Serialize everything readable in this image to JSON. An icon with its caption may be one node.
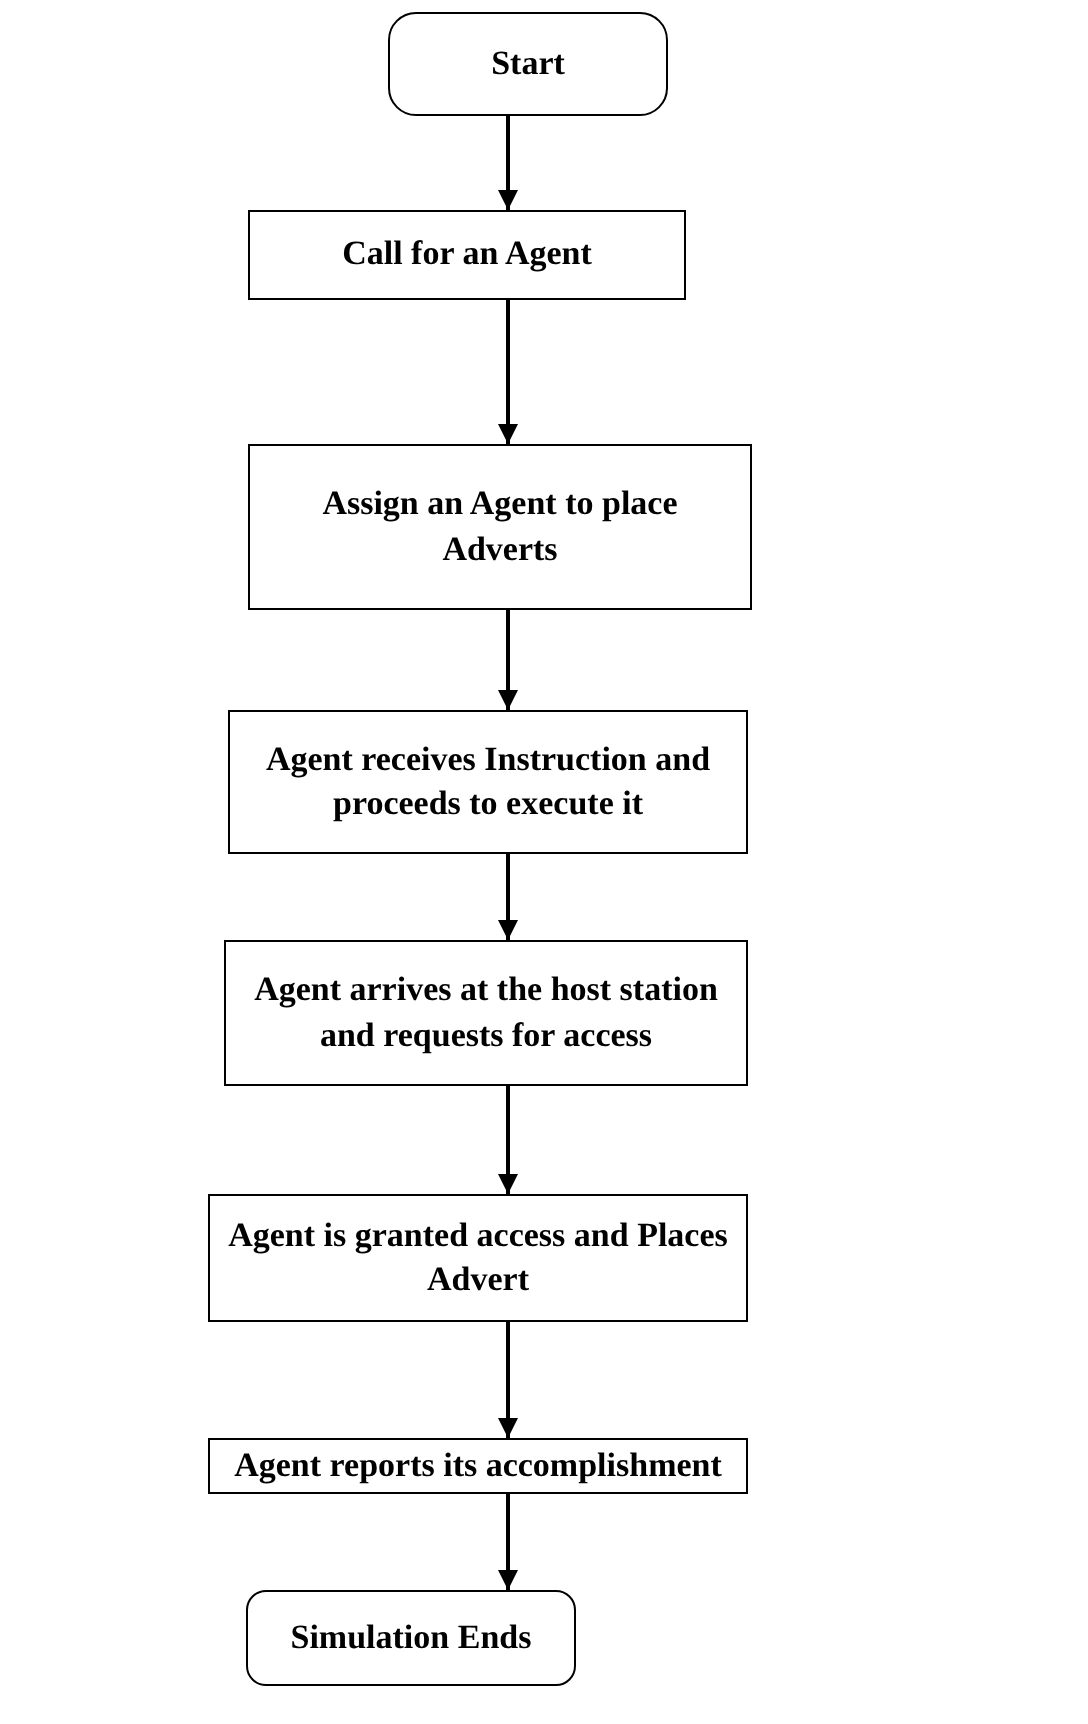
{
  "diagram": {
    "nodes": [
      {
        "text": [
          "Start"
        ]
      },
      {
        "text": [
          "Call for an Agent"
        ]
      },
      {
        "text": [
          "Assign an Agent to place Adverts"
        ]
      },
      {
        "text": [
          "Agent receives Instruction and proceeds to execute it"
        ]
      },
      {
        "text": [
          "Agent arrives at the host station and requests for access"
        ]
      },
      {
        "text": [
          "Agent is granted access and Places Advert"
        ]
      },
      {
        "text": [
          "Agent reports its accomplishment"
        ]
      },
      {
        "text": [
          "Simulation Ends"
        ]
      }
    ],
    "edges": [
      {
        "from": 0,
        "to": 1,
        "arrow": "to"
      },
      {
        "from": 1,
        "to": 2,
        "arrow": "to"
      },
      {
        "from": 2,
        "to": 3,
        "arrow": "to"
      },
      {
        "from": 3,
        "to": 4,
        "arrow": "to"
      },
      {
        "from": 4,
        "to": 5,
        "arrow": "to"
      },
      {
        "from": 5,
        "to": 6,
        "arrow": "to"
      },
      {
        "from": 6,
        "to": 7,
        "arrow": "to"
      }
    ]
  }
}
